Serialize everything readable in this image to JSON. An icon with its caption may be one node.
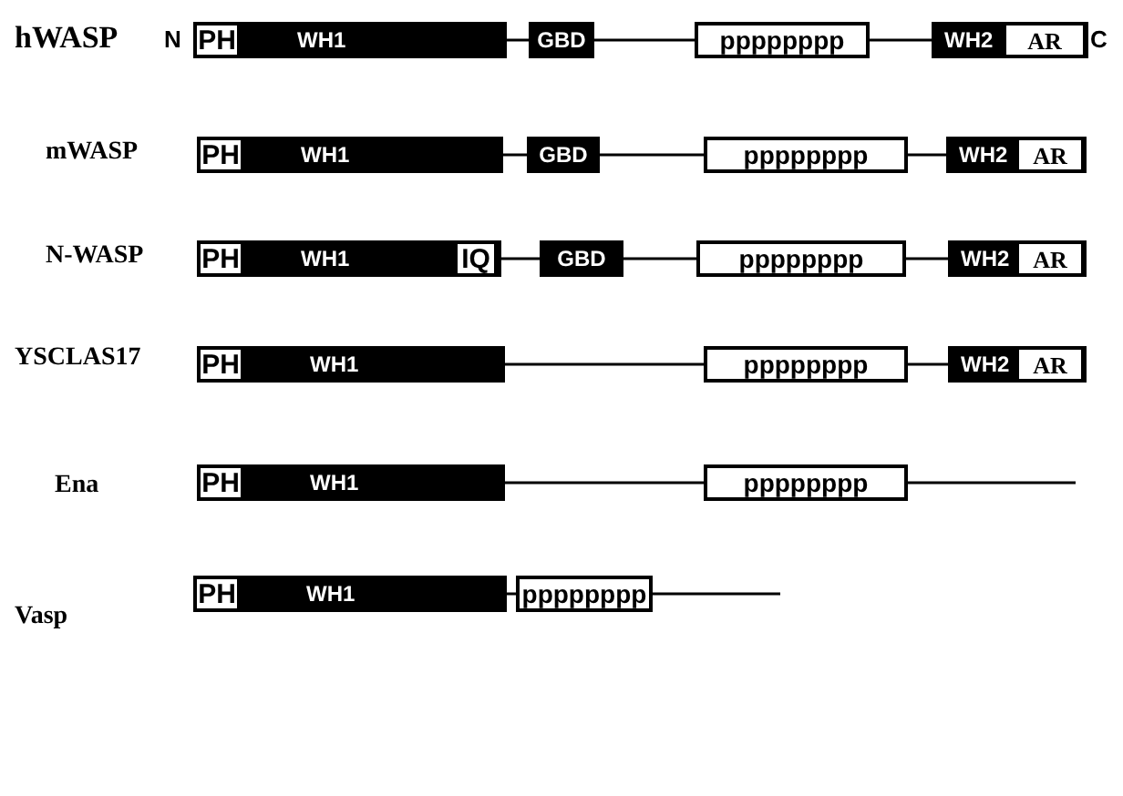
{
  "diagram": {
    "nodes": [
      {
        "text": [
          "WH1"
        ]
      },
      {
        "text": [
          "PH"
        ],
        "in": 0
      },
      {
        "text": [
          "GBD"
        ]
      },
      {
        "text": [
          "pppppppp"
        ]
      },
      {
        "text": [
          "WH2"
        ]
      },
      {
        "text": [
          "AR"
        ],
        "in": 4
      },
      {
        "text": [
          "WH1"
        ]
      },
      {
        "text": [
          "PH"
        ],
        "in": 6
      },
      {
        "text": [
          "GBD"
        ]
      },
      {
        "text": [
          "pppppppp"
        ]
      },
      {
        "text": [
          "WH2"
        ]
      },
      {
        "text": [
          "AR"
        ],
        "in": 10
      },
      {
        "text": [
          "WH1"
        ]
      },
      {
        "text": [
          "PH"
        ],
        "in": 12
      },
      {
        "text": [
          "IQ"
        ],
        "in": 12
      },
      {
        "text": [
          "GBD"
        ]
      },
      {
        "text": [
          "pppppppp"
        ]
      },
      {
        "text": [
          "WH2"
        ]
      },
      {
        "text": [
          "AR"
        ],
        "in": 17
      },
      {
        "text": [
          "WH1"
        ]
      },
      {
        "text": [
          "PH"
        ],
        "in": 19
      },
      {
        "text": [
          "pppppppp"
        ]
      },
      {
        "text": [
          "WH2"
        ]
      },
      {
        "text": [
          "AR"
        ],
        "in": 22
      },
      {
        "text": [
          "WH1"
        ]
      },
      {
        "text": [
          "PH"
        ],
        "in": 24
      },
      {
        "text": [
          "pppppppp"
        ]
      },
      {
        "text": [
          "WH1"
        ]
      },
      {
        "text": [
          "PH"
        ],
        "in": 27
      },
      {
        "text": [
          "pppppppp"
        ]
      }
    ],
    "edges": [
      {
        "from": 0,
        "to": 2,
        "arrow": "none"
      },
      {
        "from": 2,
        "to": 3,
        "arrow": "none"
      },
      {
        "from": 3,
        "to": 4,
        "arrow": "none"
      },
      {
        "from": 6,
        "to": 8,
        "arrow": "none"
      },
      {
        "from": 8,
        "to": 9,
        "arrow": "none"
      },
      {
        "from": 9,
        "to": 10,
        "arrow": "none"
      },
      {
        "from": 12,
        "to": 15,
        "arrow": "none"
      },
      {
        "from": 15,
        "to": 16,
        "arrow": "none"
      },
      {
        "from": 16,
        "to": 17,
        "arrow": "none"
      },
      {
        "from": 19,
        "to": 21,
        "arrow": "none"
      },
      {
        "from": 21,
        "to": 22,
        "arrow": "none"
      },
      {
        "from": 24,
        "to": 26,
        "arrow": "none"
      },
      {
        "from": 26,
        "to": null,
        "arrow": "none"
      },
      {
        "from": 27,
        "to": 29,
        "arrow": "none"
      },
      {
        "from": 29,
        "to": null,
        "arrow": "none"
      }
    ],
    "labels": [
      "hWASP",
      "N",
      "C",
      "mWASP",
      "N-WASP",
      "YSCLAS17",
      "Ena",
      "Vasp"
    ]
  }
}
